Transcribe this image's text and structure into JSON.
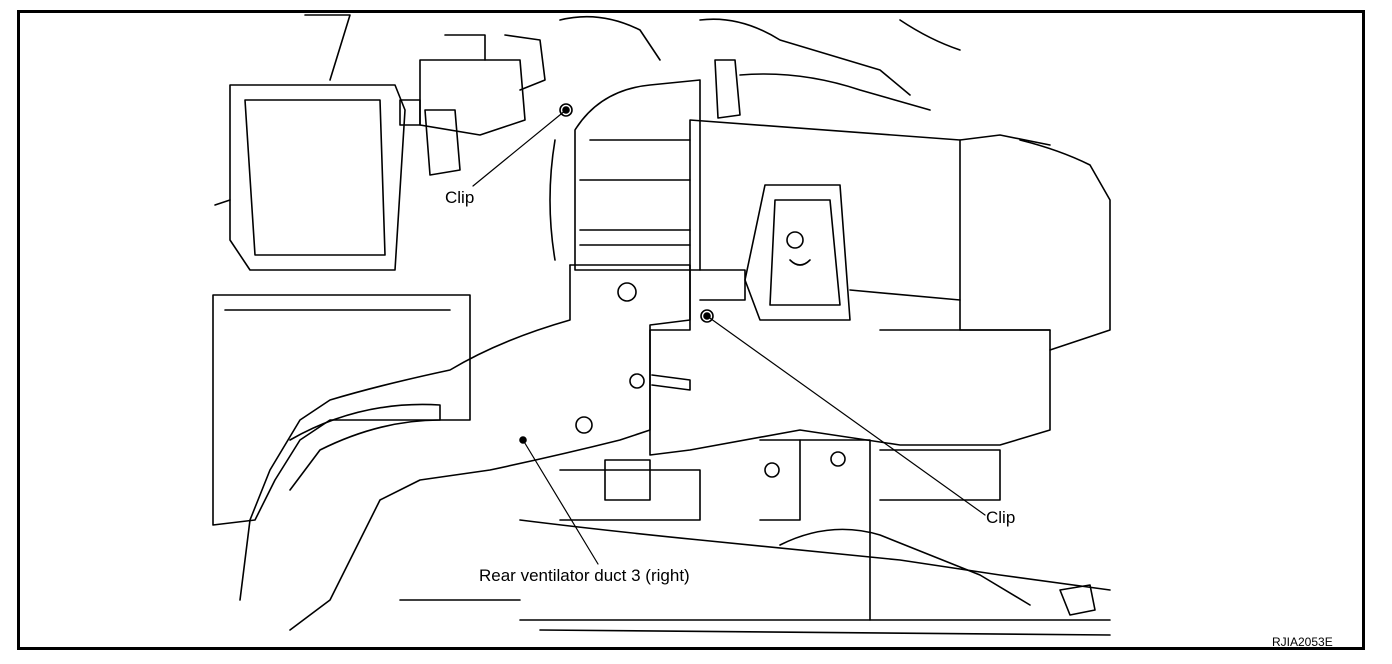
{
  "labels": {
    "clip_top": "Clip",
    "clip_right": "Clip",
    "duct": "Rear ventilator duct 3 (right)",
    "reference": "RJIA2053E"
  },
  "colors": {
    "line": "#000000",
    "background": "#ffffff"
  }
}
